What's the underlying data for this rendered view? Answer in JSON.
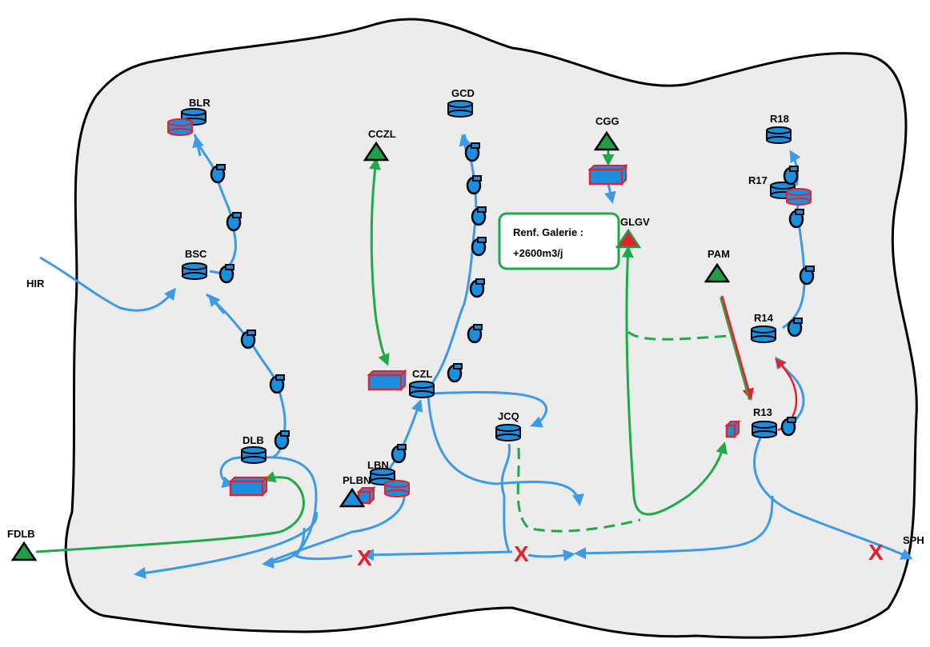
{
  "nodes": {
    "BLR": "BLR",
    "BSC": "BSC",
    "DLB": "DLB",
    "HIR": "HIR",
    "FDLB": "FDLB",
    "CCZL": "CCZL",
    "GCD": "GCD",
    "CZL": "CZL",
    "LBN": "LBN",
    "PLBN": "PLBN",
    "JCQ": "JCQ",
    "CGG": "CGG",
    "GLGV": "GLGV",
    "PAM": "PAM",
    "R18": "R18",
    "R17": "R17",
    "R14": "R14",
    "R13": "R13",
    "SPH": "SPH"
  },
  "note": {
    "line1": "Renf. Galerie  :",
    "line2": "+2600m3/j"
  },
  "cut_marker": "X",
  "colors": {
    "background_blob": "#ececec",
    "outline": "#000000",
    "water_line": "#3d9ae8",
    "green_line": "#1faa4a",
    "red": "#e8202a",
    "tank": "#1a8fe0",
    "source_triangle": "#1f9d47"
  },
  "icons": [
    "reservoir-icon",
    "pump-icon",
    "treatment-box-icon",
    "source-triangle-icon",
    "cut-x-icon"
  ]
}
